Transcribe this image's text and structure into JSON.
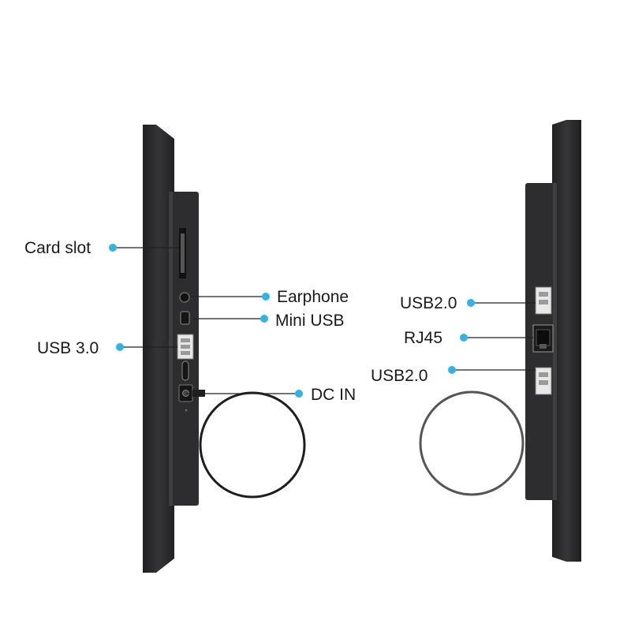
{
  "labels": {
    "card_slot": "Card slot",
    "earphone": "Earphone",
    "mini_usb": "Mini USB",
    "usb30": "USB 3.0",
    "dc_in": "DC IN",
    "usb20_top": "USB2.0",
    "rj45": "RJ45",
    "usb20_bottom": "USB2.0"
  },
  "colors": {
    "callout_dot": "#2fb4e3",
    "device_body": "#2b2b2d",
    "device_edge": "#3a3a3c",
    "cable": "#1e1e1e",
    "leader_line": "#222222"
  }
}
